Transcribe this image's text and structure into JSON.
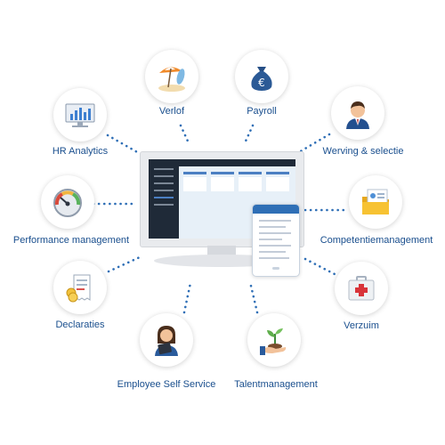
{
  "labels": {
    "verlof": "Verlof",
    "payroll": "Payroll",
    "hr_analytics": "HR Analytics",
    "werving": "Werving & selectie",
    "performance": "Performance management",
    "competentie": "Competentiemanagement",
    "declaraties": "Declaraties",
    "verzuim": "Verzuim",
    "ess": "Employee Self Service",
    "talent": "Talentmanagement"
  },
  "icons": {
    "verlof": "beach-umbrella-icon",
    "payroll": "euro-money-bag-icon",
    "hr_analytics": "bar-chart-monitor-icon",
    "werving": "recruiter-avatar-icon",
    "performance": "gauge-icon",
    "competentie": "folder-id-card-icon",
    "declaraties": "receipt-coins-icon",
    "verzuim": "medical-kit-icon",
    "ess": "employee-tablet-icon",
    "talent": "plant-in-hand-icon"
  },
  "colors": {
    "label": "#1a4f8e",
    "dots": "#2f6fb6",
    "screen_dark": "#1f2a38",
    "accent": "#4b7fc2"
  }
}
